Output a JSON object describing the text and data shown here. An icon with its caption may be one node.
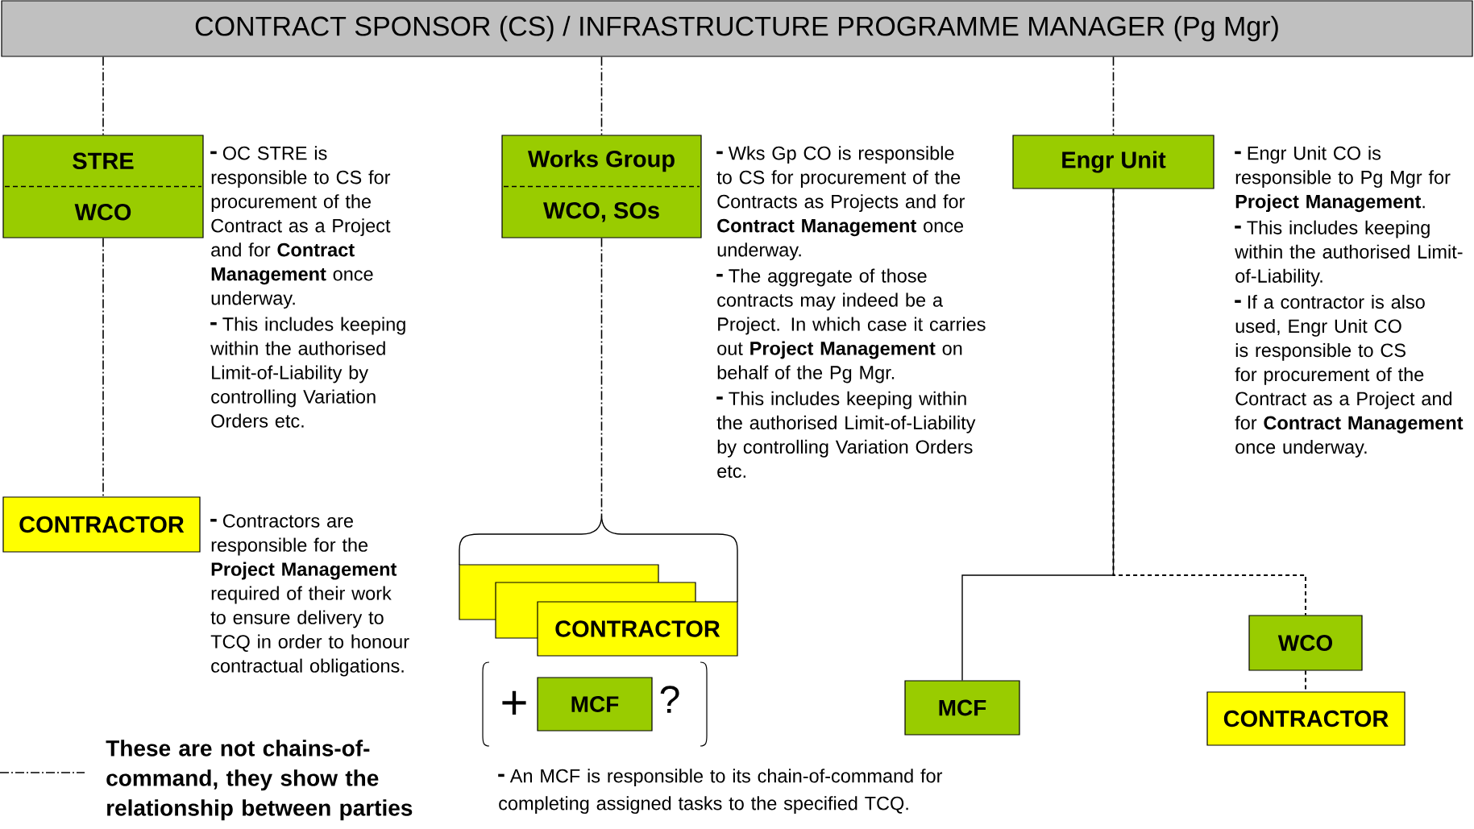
{
  "diagram": {
    "nodes": [
      {
        "text": [
          "CONTRACT SPONSOR (CS) / INFRASTRUCTURE PROGRAMME MANAGER (Pg Mgr)"
        ]
      },
      {
        "text": [
          "STRE",
          "WCO"
        ],
        "beside": [
          "OC STRE is responsible to CS for procurement of the Contract as a Project and for **Contract Management** once underway.",
          "This includes keeping within the authorised Limit-of-Liability by controlling Variation Orders etc."
        ]
      },
      {
        "text": [
          "Works Group",
          "WCO, SOs"
        ],
        "beside": [
          "Wks Gp CO is responsible to CS for procurement of the Contracts as Projects and for **Contract Management** once underway.",
          "The aggregate of those contracts may indeed be a Project. In which case it carries out **Project Management** on behalf of the Pg Mgr.",
          "This includes keeping within the authorised Limit-of-Liability by controlling Variation Orders etc."
        ]
      },
      {
        "text": [
          "Engr Unit"
        ],
        "beside": [
          "Engr Unit CO is responsible to Pg Mgr for **Project Management**.",
          "This includes keeping within the authorised Limit-of-Liability.",
          "If a contractor is also used, Engr Unit CO is responsible to CS for procurement of the Contract as a Project and for **Contract Management** once underway."
        ]
      },
      {
        "text": [
          "CONTRACTOR"
        ],
        "beside": [
          "Contractors are responsible for the **Project Management** required of their work to ensure delivery to TCQ in order to honour contractual obligations."
        ]
      },
      {
        "text": [],
        "shape": "box"
      },
      {
        "text": [],
        "shape": "box"
      },
      {
        "text": [
          "CONTRACTOR"
        ]
      },
      {
        "text": [
          "MCF"
        ]
      },
      {
        "text": [
          "MCF"
        ]
      },
      {
        "text": [
          "WCO"
        ]
      },
      {
        "text": [
          "CONTRACTOR"
        ]
      }
    ],
    "edges": [
      {
        "from": 0,
        "to": 1,
        "arrow": "none",
        "style": "dashed"
      },
      {
        "from": 0,
        "to": 2,
        "arrow": "none",
        "style": "dashed"
      },
      {
        "from": 0,
        "to": 3,
        "arrow": "none",
        "style": "dashed"
      },
      {
        "from": 1,
        "to": 4,
        "arrow": "none",
        "style": "dashed"
      },
      {
        "from": 2,
        "to": 5,
        "arrow": "none",
        "style": "dashed"
      },
      {
        "from": 2,
        "to": 7,
        "arrow": "none",
        "style": "dashed"
      },
      {
        "from": 3,
        "to": 9,
        "arrow": "none"
      },
      {
        "from": 3,
        "to": 10,
        "arrow": "none",
        "style": "dashed"
      },
      {
        "from": 10,
        "to": 11,
        "arrow": "none",
        "style": "dashed"
      }
    ],
    "labels": [
      "+",
      "?",
      "An MCF is responsible to its chain-of-command for completing assigned tasks to the specified TCQ."
    ],
    "legend": [
      {
        "text": "These are not chains-of-command, they show the relationship between parties"
      }
    ]
  }
}
